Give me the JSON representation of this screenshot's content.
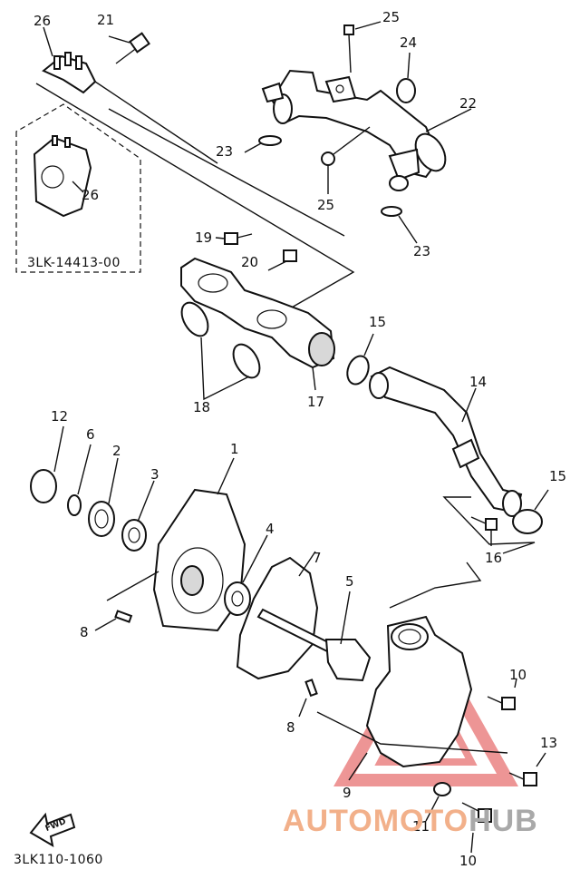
{
  "labels": {
    "p1": "1",
    "p2": "2",
    "p3": "3",
    "p4": "4",
    "p5": "5",
    "p6": "6",
    "p7": "7",
    "p8a": "8",
    "p8b": "8",
    "p9": "9",
    "p10a": "10",
    "p10b": "10",
    "p11": "11",
    "p12": "12",
    "p13": "13",
    "p14": "14",
    "p15a": "15",
    "p15b": "15",
    "p16": "16",
    "p17": "17",
    "p18": "18",
    "p19": "19",
    "p20": "20",
    "p21": "21",
    "p22": "22",
    "p23a": "23",
    "p23b": "23",
    "p24": "24",
    "p25a": "25",
    "p25b": "25",
    "p26a": "26",
    "p26b": "26"
  },
  "inset_part_number": "3LK-14413-00",
  "diagram_code": "3LK110-1060",
  "fwd_text": "FWD",
  "watermark": {
    "part1": "AUTOMOTO",
    "part2": "HUB"
  },
  "colors": {
    "watermark_orange": "#f2b08a",
    "watermark_gray": "#a9a9a9",
    "logo_red": "#e04040"
  }
}
